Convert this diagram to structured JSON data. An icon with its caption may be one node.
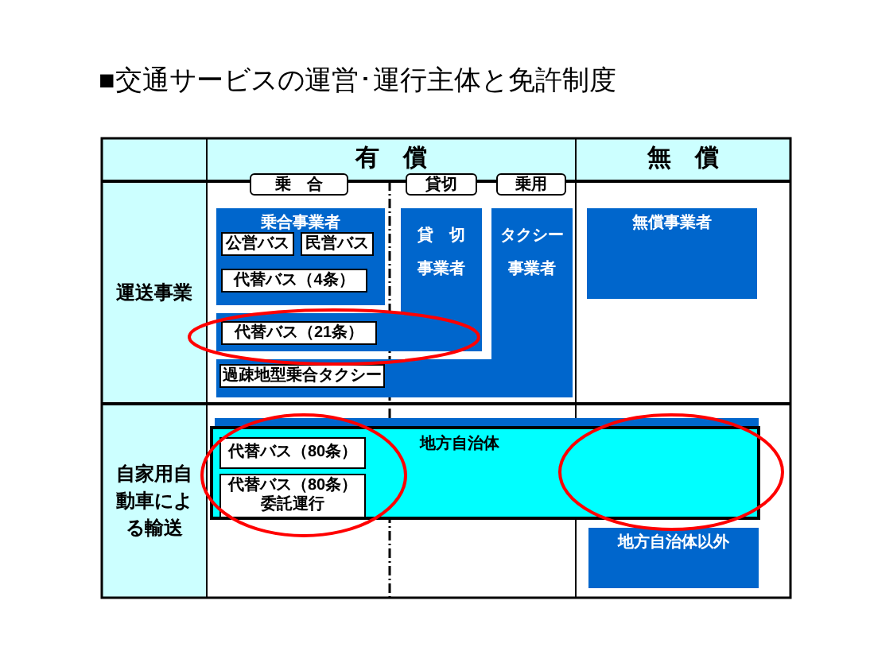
{
  "diagram": {
    "title": "■交通サービスの運営･運行主体と免許制度",
    "nodes": [
      {
        "text": [
          "有　償"
        ]
      },
      {
        "text": [
          "無　償"
        ]
      },
      {
        "text": [
          "運送事業"
        ]
      },
      {
        "text": [
          "自家用自動車による輸送"
        ]
      },
      {
        "text": [
          "乗　合"
        ]
      },
      {
        "text": [
          "貸切"
        ]
      },
      {
        "text": [
          "乗用"
        ]
      },
      {
        "text": [
          "乗合事業者"
        ]
      },
      {
        "text": [
          "公営バス"
        ],
        "in": 7
      },
      {
        "text": [
          "民営バス"
        ],
        "in": 7
      },
      {
        "text": [
          "代替バス（4条）"
        ],
        "in": 7
      },
      {
        "text": [
          "代替バス（21条）"
        ]
      },
      {
        "text": [
          "過疎地型乗合タクシー"
        ]
      },
      {
        "text": [
          "貸　切",
          "事業者"
        ]
      },
      {
        "text": [
          "タクシー",
          "事業者"
        ]
      },
      {
        "text": [
          "無償事業者"
        ]
      },
      {
        "text": [
          "地方自治体"
        ]
      },
      {
        "text": [
          "代替バス（80条）"
        ],
        "in": 16
      },
      {
        "text": [
          "代替バス（80条）",
          "委託運行"
        ],
        "in": 16
      },
      {
        "text": [
          "地方自治体以外"
        ]
      }
    ]
  }
}
